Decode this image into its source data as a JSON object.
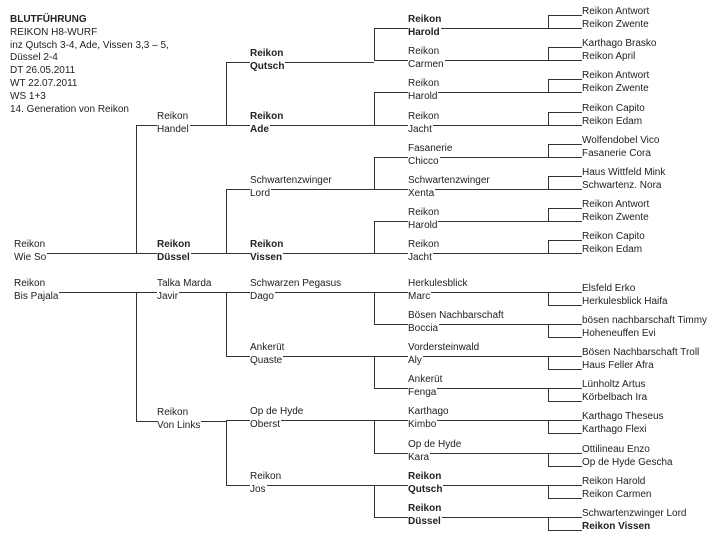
{
  "header": {
    "title": "BLUTFÜHRUNG",
    "lines": [
      "REIKON H8-WURF",
      "inz  Qutsch 3-4, Ade, Vissen 3,3 – 5,",
      "Düssel 2-4",
      "DT 26.05.2011",
      "WT 22.07.2011",
      "WS 1+3",
      "14. Generation von Reikon"
    ]
  },
  "pedigree": {
    "gen1": [
      {
        "l1": "Reikon",
        "l2": "Wie So",
        "bold": false
      },
      {
        "l1": "Reikon",
        "l2": "Bis Pajala",
        "bold": false
      }
    ],
    "gen2": [
      {
        "l1": "Reikon",
        "l2": "Handel",
        "bold": false
      },
      {
        "l1": "Reikon",
        "l2": "Düssel",
        "bold": true
      },
      {
        "l1": "Talka Marda",
        "l2": "Javir",
        "bold": false
      },
      {
        "l1": "Reikon",
        "l2": "Von Links",
        "bold": false
      }
    ],
    "gen3": [
      {
        "l1": "Reikon",
        "l2": "Qutsch",
        "bold": true
      },
      {
        "l1": "Reikon",
        "l2": "Ade",
        "bold": true
      },
      {
        "l1": "Schwartenzwinger",
        "l2": "Lord",
        "bold": false
      },
      {
        "l1": "Reikon",
        "l2": "Vissen",
        "bold": true
      },
      {
        "l1": "Schwarzen  Pegasus",
        "l2": "Dago",
        "bold": false
      },
      {
        "l1": "Ankerüt",
        "l2": "Quaste",
        "bold": false
      },
      {
        "l1": "Op de Hyde",
        "l2": "Oberst",
        "bold": false
      },
      {
        "l1": "Reikon",
        "l2": "Jos",
        "bold": false
      }
    ],
    "gen4": [
      {
        "l1": "Reikon",
        "l2": "Harold",
        "bold": true
      },
      {
        "l1": "Reikon",
        "l2": "Carmen",
        "bold": false
      },
      {
        "l1": "Reikon",
        "l2": "Harold",
        "bold": false
      },
      {
        "l1": "Reikon",
        "l2": "Jacht",
        "bold": false
      },
      {
        "l1": "Fasanerie",
        "l2": "Chicco",
        "bold": false
      },
      {
        "l1": "Schwartenzwinger",
        "l2": "Xenta",
        "bold": false
      },
      {
        "l1": "Reikon",
        "l2": "Harold",
        "bold": false
      },
      {
        "l1": "Reikon",
        "l2": "Jacht",
        "bold": false
      },
      {
        "l1": "Herkulesblick",
        "l2": "Marc",
        "bold": false
      },
      {
        "l1": "Bösen Nachbarschaft",
        "l2": "Boccia",
        "bold": false
      },
      {
        "l1": "Vordersteinwald",
        "l2": "Aly",
        "bold": false
      },
      {
        "l1": "Ankerüt",
        "l2": "Fenga",
        "bold": false
      },
      {
        "l1": "Karthago",
        "l2": "Kimbo",
        "bold": false
      },
      {
        "l1": "Op de Hyde",
        "l2": "Kara",
        "bold": false
      },
      {
        "l1": "Reikon",
        "l2": "Qutsch",
        "bold": true
      },
      {
        "l1": "Reikon",
        "l2": "Düssel",
        "bold": true
      }
    ],
    "gen5": [
      {
        "name": "Reikon Antwort",
        "bold": false
      },
      {
        "name": "Reikon Zwente",
        "bold": false
      },
      {
        "name": "Karthago Brasko",
        "bold": false
      },
      {
        "name": "Reikon April",
        "bold": false
      },
      {
        "name": "Reikon Antwort",
        "bold": false
      },
      {
        "name": "Reikon Zwente",
        "bold": false
      },
      {
        "name": "Reikon Capito",
        "bold": false
      },
      {
        "name": "Reikon Edam",
        "bold": false
      },
      {
        "name": "Wolfendobel Vico",
        "bold": false
      },
      {
        "name": "Fasanerie  Cora",
        "bold": false
      },
      {
        "name": "Haus Wittfeld Mink",
        "bold": false
      },
      {
        "name": "Schwartenz.  Nora",
        "bold": false
      },
      {
        "name": "Reikon Antwort",
        "bold": false
      },
      {
        "name": "Reikon Zwente",
        "bold": false
      },
      {
        "name": "Reikon Capito",
        "bold": false
      },
      {
        "name": "Reikon Edam",
        "bold": false
      },
      {
        "name": "Elsfeld Erko",
        "bold": false
      },
      {
        "name": "Herkulesblick  Haifa",
        "bold": false
      },
      {
        "name": "bösen nachbarschaft Timmy",
        "bold": false
      },
      {
        "name": "Hoheneuffen Evi",
        "bold": false
      },
      {
        "name": "Bösen Nachbarschaft Troll",
        "bold": false
      },
      {
        "name": "Haus Feller  Afra",
        "bold": false
      },
      {
        "name": "Lünholtz Artus",
        "bold": false
      },
      {
        "name": "Körbelbach Ira",
        "bold": false
      },
      {
        "name": "Karthago Theseus",
        "bold": false
      },
      {
        "name": "Karthago Flexi",
        "bold": false
      },
      {
        "name": "Ottilineau Enzo",
        "bold": false
      },
      {
        "name": "Op de Hyde Gescha",
        "bold": false
      },
      {
        "name": "Reikon Harold",
        "bold": false
      },
      {
        "name": "Reikon Carmen",
        "bold": false
      },
      {
        "name": "Schwartenzwinger  Lord",
        "bold": false
      },
      {
        "name": "Reikon Vissen",
        "bold": true
      }
    ]
  }
}
